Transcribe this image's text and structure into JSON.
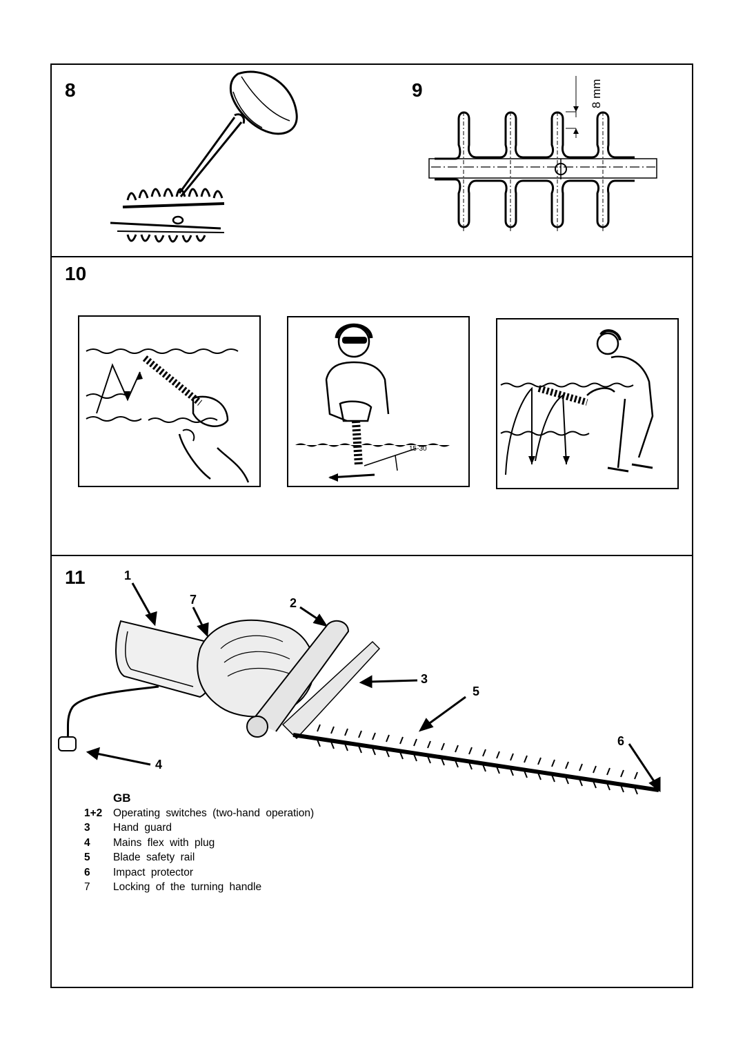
{
  "figures": {
    "fig8": {
      "number": "8"
    },
    "fig9": {
      "number": "9",
      "dimension": "8 mm"
    },
    "fig10": {
      "number": "10",
      "angle_label": "15-30"
    },
    "fig11": {
      "number": "11",
      "callouts": [
        "1",
        "7",
        "2",
        "3",
        "5",
        "4",
        "6"
      ]
    }
  },
  "legend": {
    "language": "GB",
    "items": [
      {
        "key": "1+2",
        "text": "Operating switches (two-hand operation)"
      },
      {
        "key": "3",
        "text": "Hand guard"
      },
      {
        "key": "4",
        "text": "Mains flex with plug"
      },
      {
        "key": "5",
        "text": "Blade safety rail"
      },
      {
        "key": "6",
        "text": "Impact protector"
      },
      {
        "key": "7",
        "text": "Locking of the turning handle"
      }
    ]
  }
}
